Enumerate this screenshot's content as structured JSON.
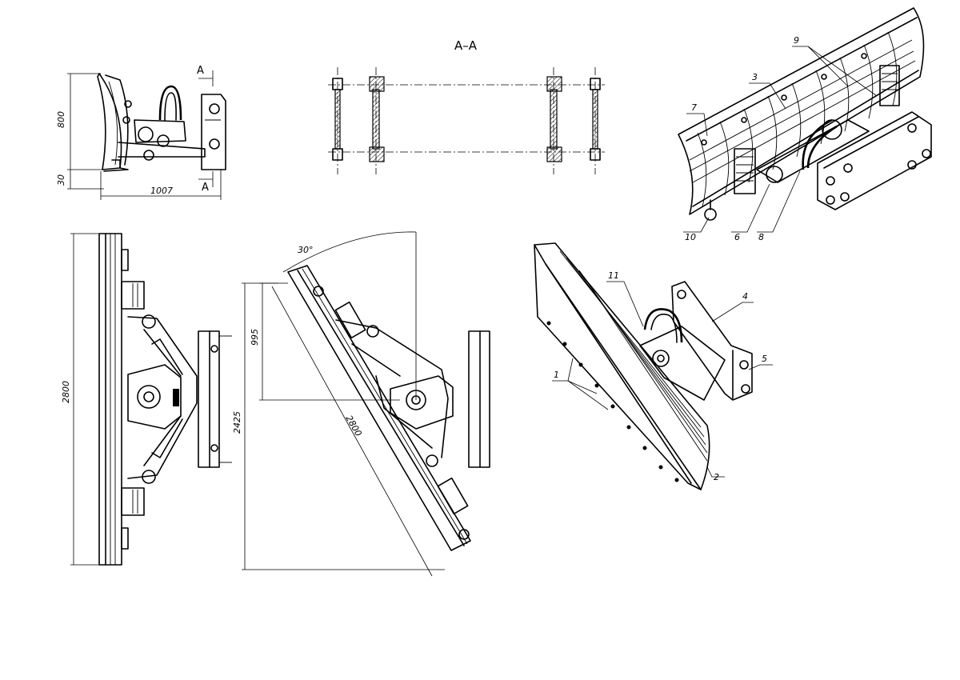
{
  "section_title": "A–A",
  "side_view": {
    "dim_height": "800",
    "dim_bottom": "30",
    "dim_length": "1007",
    "section_mark_top": "A",
    "section_mark_bottom": "A"
  },
  "front_view": {
    "dim_width": "2800"
  },
  "angled_view": {
    "dim_angle": "30°",
    "dim_offset": "995",
    "dim_projection": "2425",
    "dim_blade": "2800"
  },
  "iso_top_callouts": [
    "3",
    "7",
    "9",
    "10",
    "6",
    "8"
  ],
  "iso_bottom_callouts": [
    "11",
    "4",
    "5",
    "1",
    "2"
  ]
}
